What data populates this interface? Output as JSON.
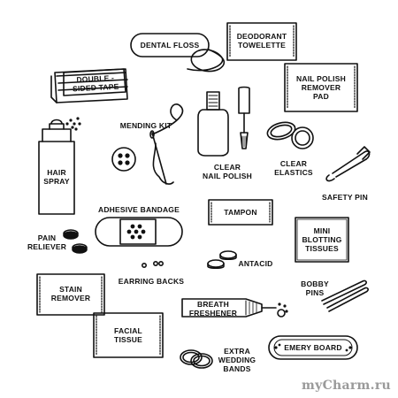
{
  "items": {
    "dental_floss": "DENTAL FLOSS",
    "deodorant_towelette_1": "DEODORANT",
    "deodorant_towelette_2": "TOWELETTE",
    "double_sided_tape_1": "DOUBLE -",
    "double_sided_tape_2": "SIDED TAPE",
    "nail_polish_remover_1": "NAIL POLISH",
    "nail_polish_remover_2": "REMOVER",
    "nail_polish_remover_3": "PAD",
    "mending_kit": "MENDING KIT",
    "hair_spray_1": "HAIR",
    "hair_spray_2": "SPRAY",
    "clear_nail_polish_1": "CLEAR",
    "clear_nail_polish_2": "NAIL POLISH",
    "clear_elastics_1": "CLEAR",
    "clear_elastics_2": "ELASTICS",
    "safety_pin": "SAFETY PIN",
    "adhesive_bandage": "ADHESIVE BANDAGE",
    "tampon": "TAMPON",
    "mini_blotting_1": "MINI",
    "mini_blotting_2": "BLOTTING",
    "mini_blotting_3": "TISSUES",
    "pain_reliever_1": "PAIN",
    "pain_reliever_2": "RELIEVER",
    "antacid": "ANTACID",
    "earring_backs": "EARRING BACKS",
    "bobby_pins_1": "BOBBY",
    "bobby_pins_2": "PINS",
    "stain_remover_1": "STAIN",
    "stain_remover_2": "REMOVER",
    "breath_freshener_1": "BREATH",
    "breath_freshener_2": "FRESHENER",
    "facial_tissue_1": "FACIAL",
    "facial_tissue_2": "TISSUE",
    "extra_wedding_bands_1": "EXTRA",
    "extra_wedding_bands_2": "WEDDING",
    "extra_wedding_bands_3": "BANDS",
    "emery_board": "EMERY BOARD"
  },
  "watermark": "myCharm.ru",
  "colors": {
    "ink": "#111111",
    "watermark": "#9a9a9a"
  }
}
